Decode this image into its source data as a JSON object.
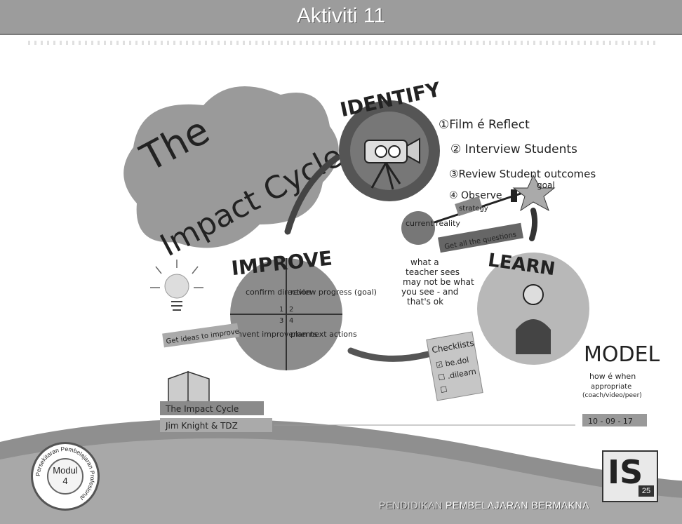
{
  "slide": {
    "title": "Aktiviti 11",
    "footer_prefix": "PENDIDIKAN",
    "footer_main": "PEMBELAJARAN BERMAKNA"
  },
  "badge": {
    "ring_text": "Persekitaran Pembelajaran Profesional",
    "label": "Modul",
    "number": "4"
  },
  "logo": {
    "letters": "IS",
    "number": "25"
  },
  "sketch": {
    "title_line1": "The",
    "title_line2": "Impact Cycle",
    "identify": {
      "heading": "IDENTIFY",
      "items": [
        "①Film é Reflect",
        "② Interview Students",
        "③Review Student outcomes",
        "④ Observe"
      ],
      "goal": "goal",
      "current_reality": "current reality",
      "strategy": "strategy",
      "strategy_note": "Get all the questions",
      "note": [
        "what a",
        "teacher sees",
        "may not be what",
        "you see - and",
        "that's ok"
      ]
    },
    "improve": {
      "heading": "IMPROVE",
      "cells": [
        "confirm direction",
        "review progress (goal)",
        "invent improvements",
        "plan next actions"
      ],
      "numbers": [
        "1",
        "2",
        "3",
        "4"
      ],
      "idea": "Get ideas to improve"
    },
    "learn": {
      "heading": "LEARN",
      "checklist_title": "Checklists",
      "checklist_items": [
        "☑ be.dol",
        "☐ .dilearn",
        "☐"
      ],
      "model_title": "MODEL",
      "model_note": [
        "how é when",
        "appropriate",
        "(coach/video/peer)"
      ],
      "date": "10 - 09 - 17"
    },
    "book": {
      "title": "The Impact Cycle",
      "author": "Jim Knight & TDZ"
    }
  },
  "colors": {
    "title_bar": "#9c9c9c",
    "sketch_gray": "#8a8a8a",
    "dark": "#555555",
    "light_gray": "#c8c8c8"
  }
}
